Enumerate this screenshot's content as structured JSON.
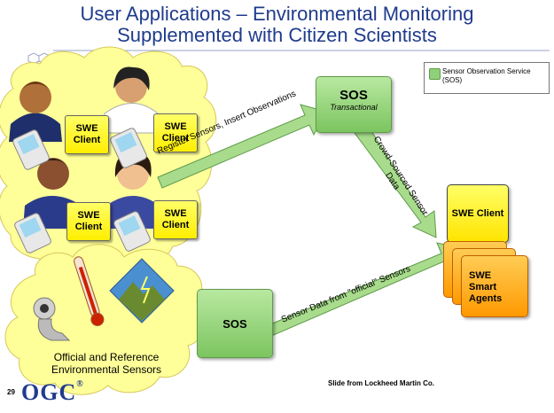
{
  "title": {
    "line1": "User Applications – Environmental Monitoring",
    "line2": "Supplemented with Citizen Scientists"
  },
  "legend": {
    "label": "Sensor Observation Service (SOS)",
    "swatch_color": "#8fd17a"
  },
  "nodes": {
    "swe_client": "SWE Client",
    "sos_top": {
      "title": "SOS",
      "subtitle": "Transactional"
    },
    "sos_bottom": "SOS",
    "swe_agents": "SWE\nSmart\nAgents"
  },
  "edges": {
    "register": "Register Sensors, Insert Observations",
    "crowd_line1": "Crowd-Sourced Sensor",
    "crowd_line2": "Data",
    "official": "Sensor Data from \"official\" Sensors"
  },
  "captions": {
    "official_line1": "Official and Reference",
    "official_line2": "Environmental Sensors"
  },
  "footer": {
    "page_number": "29",
    "logo_text": "OGC",
    "logo_mark": "®",
    "credit": "Slide from Lockheed Martin Co."
  },
  "colors": {
    "title": "#1f3b8c",
    "sos_green": "#8fd17a",
    "client_yellow": "#ffee00",
    "agent_orange": "#ff9900",
    "cloud_yellow": "#ffff99"
  }
}
